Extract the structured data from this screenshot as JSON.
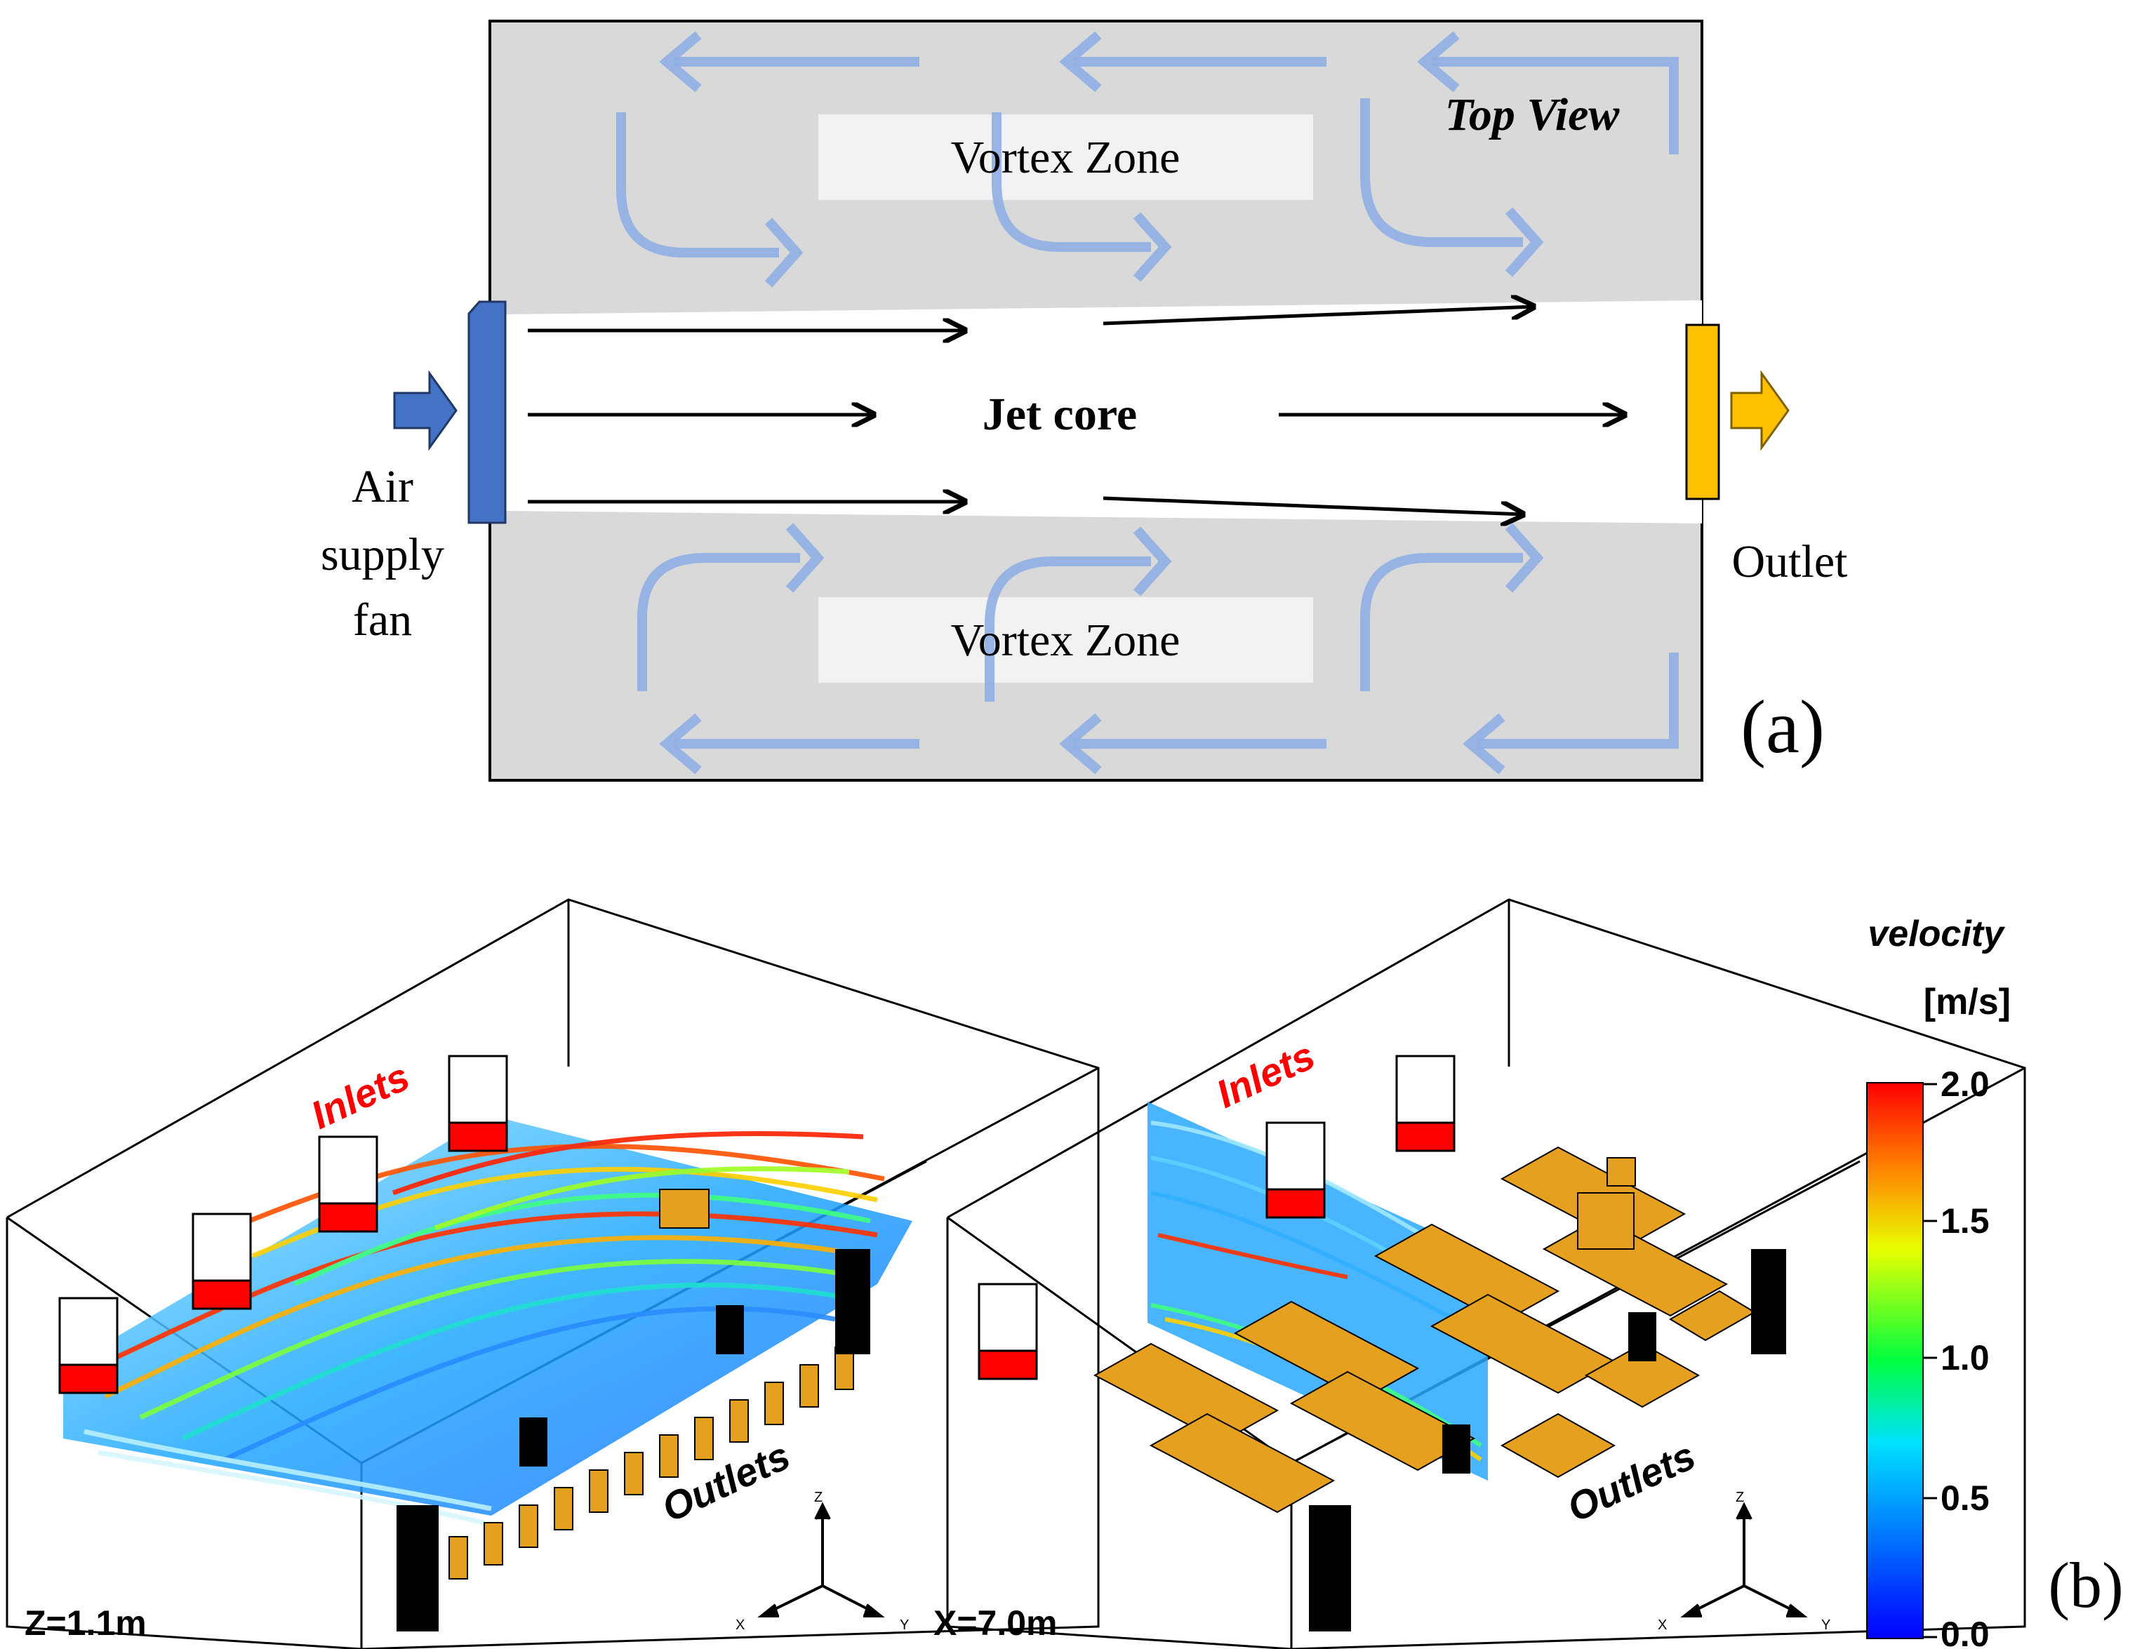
{
  "panel_a": {
    "top_view": "Top View",
    "vortex_zone_top": "Vortex Zone",
    "vortex_zone_bottom": "Vortex Zone",
    "jet_core": "Jet core",
    "air_supply_line1": "Air",
    "air_supply_line2": "supply",
    "air_supply_line3": "fan",
    "outlet": "Outlet",
    "panel_label": "(a)"
  },
  "panel_b": {
    "left": {
      "inlets": "Inlets",
      "outlets": "Outlets",
      "section": "Z=1.1m",
      "axis_z": "Z",
      "axis_x": "X",
      "axis_y": "Y"
    },
    "right": {
      "inlets": "Inlets",
      "outlets": "Outlets",
      "section": "X=7.0m",
      "axis_z": "Z",
      "axis_x": "X",
      "axis_y": "Y"
    },
    "colorbar": {
      "title": "velocity",
      "unit": "[m/s]",
      "ticks": [
        "2.0",
        "1.5",
        "1.0",
        "0.5",
        "0.0"
      ]
    },
    "panel_label": "(b)"
  },
  "colors": {
    "room_fill": "#d9d9d9",
    "flow_arrow": "#8eaee4",
    "supply_fan": "#4472c4",
    "outlet": "#ffc000",
    "inlet_red": "#ff0000",
    "furniture": "#e6a020"
  }
}
